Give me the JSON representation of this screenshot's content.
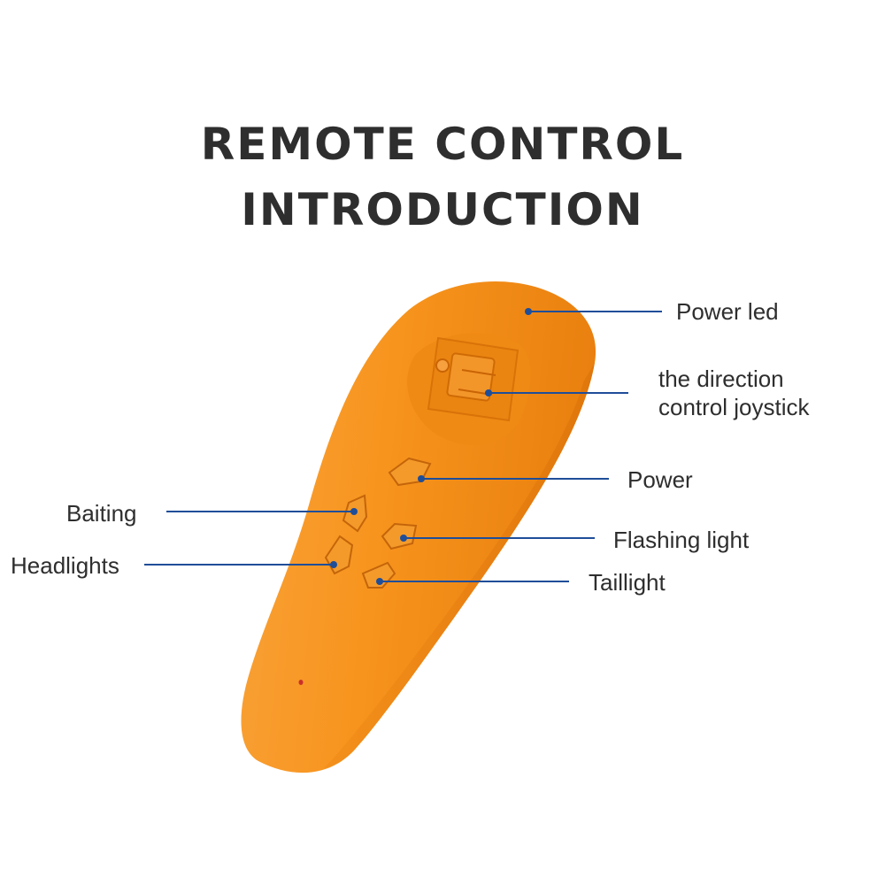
{
  "title": {
    "line1": "REMOTE CONTROL",
    "line2": "INTRODUCTION"
  },
  "colors": {
    "body_orange": "#f7941d",
    "leader_line": "#1f4e99",
    "text": "#2e2e2e"
  },
  "callouts": {
    "power_led": "Power led",
    "joystick_line1": "the direction",
    "joystick_line2": "control joystick",
    "power": "Power",
    "baiting": "Baiting",
    "flashing_light": "Flashing light",
    "headlights": "Headlights",
    "taillight": "Taillight"
  }
}
